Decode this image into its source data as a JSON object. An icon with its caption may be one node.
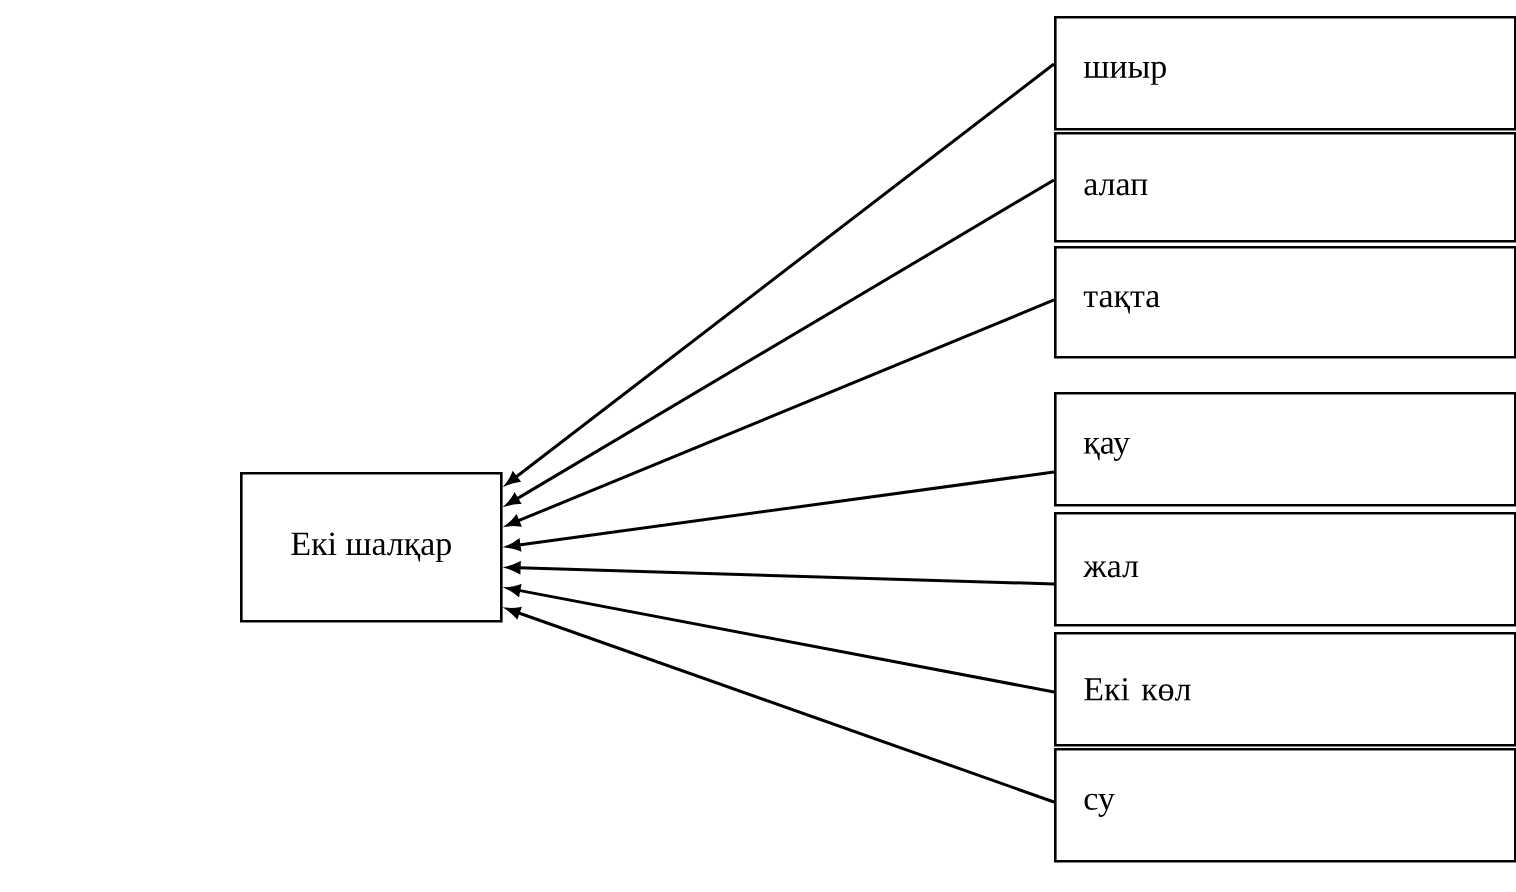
{
  "diagram": {
    "nodes": [
      {
        "text": [
          "Екі шалқар"
        ]
      },
      {
        "text": [
          "шиыр"
        ]
      },
      {
        "text": [
          "алап"
        ]
      },
      {
        "text": [
          "тақта"
        ]
      },
      {
        "text": [
          "қау"
        ]
      },
      {
        "text": [
          "жал"
        ]
      },
      {
        "text": [
          "Екі көл"
        ]
      },
      {
        "text": [
          "су"
        ]
      }
    ],
    "edges": [
      {
        "from": 1,
        "to": 0,
        "arrow": "to"
      },
      {
        "from": 2,
        "to": 0,
        "arrow": "to"
      },
      {
        "from": 3,
        "to": 0,
        "arrow": "to"
      },
      {
        "from": 4,
        "to": 0,
        "arrow": "to"
      },
      {
        "from": 5,
        "to": 0,
        "arrow": "to"
      },
      {
        "from": 6,
        "to": 0,
        "arrow": "to"
      },
      {
        "from": 7,
        "to": 0,
        "arrow": "to"
      }
    ]
  }
}
